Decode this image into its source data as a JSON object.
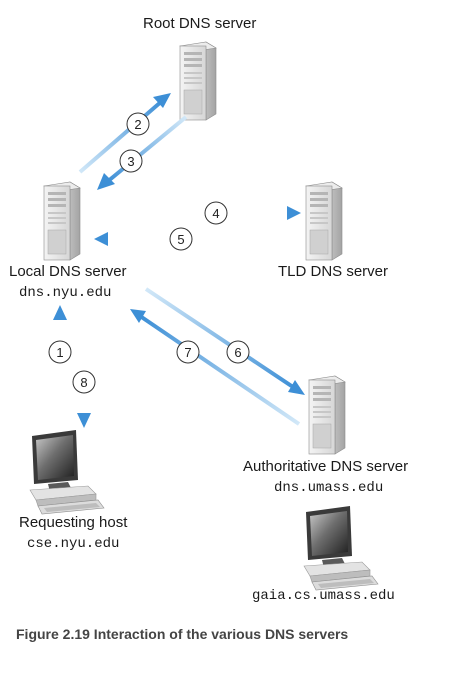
{
  "nodes": {
    "root": {
      "label": "Root DNS server"
    },
    "local": {
      "label": "Local DNS server",
      "hostname": "dns.nyu.edu"
    },
    "tld": {
      "label": "TLD DNS server"
    },
    "authoritative": {
      "label": "Authoritative DNS server",
      "hostname": "dns.umass.edu"
    },
    "requesting": {
      "label": "Requesting host",
      "hostname": "cse.nyu.edu"
    },
    "target": {
      "hostname": "gaia.cs.umass.edu"
    }
  },
  "steps": [
    "1",
    "2",
    "3",
    "4",
    "5",
    "6",
    "7",
    "8"
  ],
  "caption": "Figure 2.19 Interaction of the various DNS servers",
  "colors": {
    "arrow": "#3d8fd6",
    "arrow_light": "#d2e8f8",
    "server_body": "#e3e3e3",
    "server_edge": "#9a9a9a"
  }
}
